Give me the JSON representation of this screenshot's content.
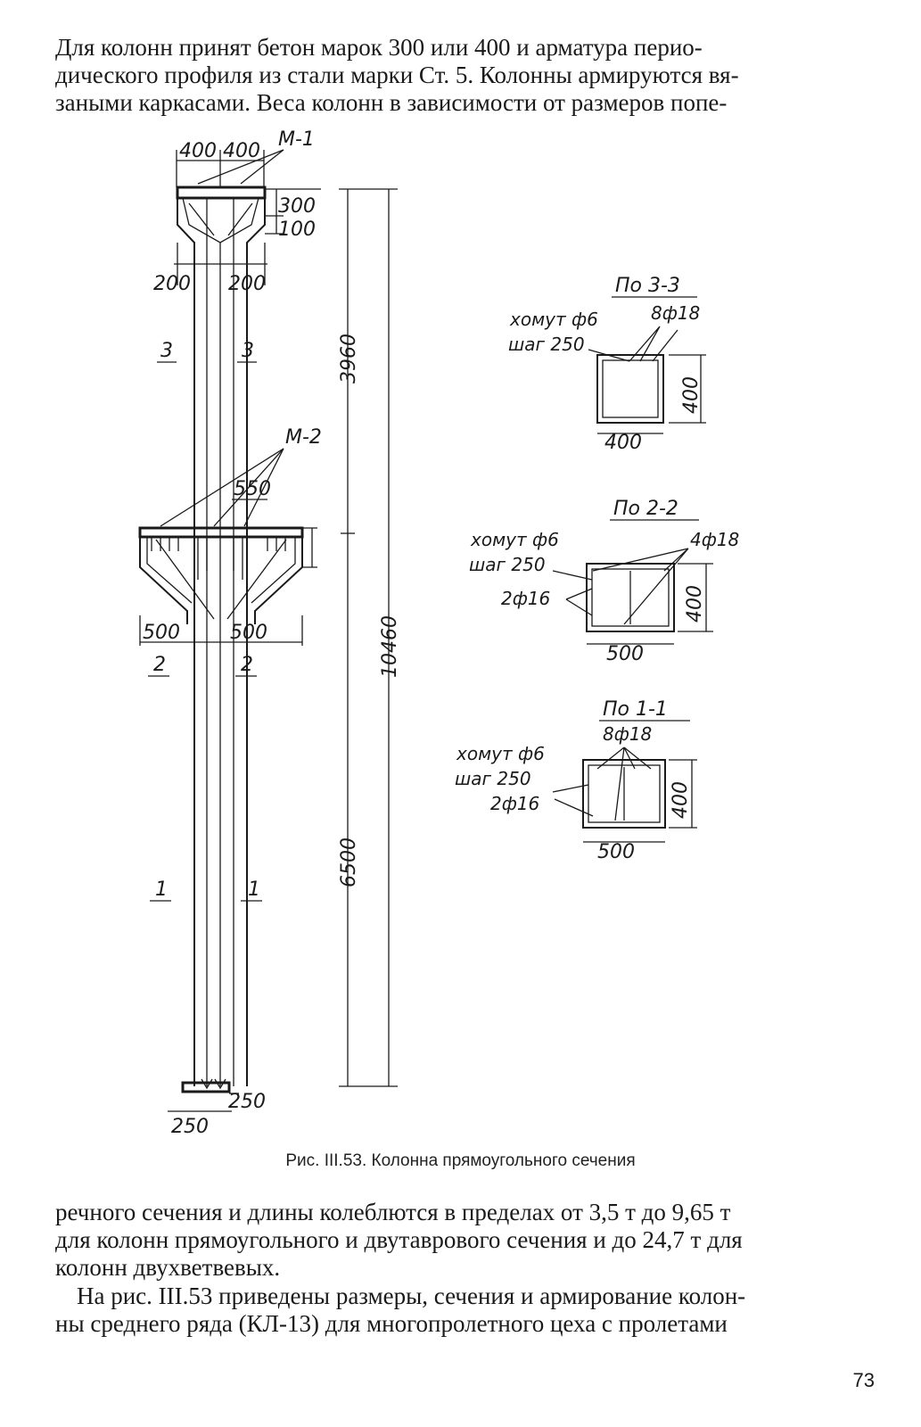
{
  "text": {
    "top_lines": [
      "Для колонн принят бетон марок 300 или 400 и арматура перио-",
      "дического профиля из стали марки Ст. 5. Колонны армируются вя-",
      "заными каркасами. Веса колонн в зависимости от размеров попе-"
    ],
    "bottom_lines": [
      "речного сечения и длины колеблются в пределах от 3,5 т до 9,65 т",
      "для колонн прямоугольного и двутаврового сечения и до 24,7 т для",
      "колонн двухветвевых."
    ],
    "bottom2_lines": [
      "На рис. III.53 приведены размеры, сечения и армирование колон-",
      "ны среднего ряда (КЛ-13) для многопролетного цеха с пролетами"
    ],
    "caption": "Рис. III.53. Колонна прямоугольного сечения",
    "page_number": "73"
  },
  "figure": {
    "top_dims": {
      "left": "400",
      "right": "400",
      "mark": "М-1"
    },
    "head_dims": {
      "a": "300",
      "b": "100"
    },
    "shoulder_dims": {
      "left": "200",
      "right": "200"
    },
    "section_marks": {
      "s3": "3",
      "s2": "2",
      "s1": "1"
    },
    "mid_mark": "М-2",
    "console_dim": "550",
    "console_sides": {
      "left": "500",
      "right": "500"
    },
    "base_dims": {
      "right": "250",
      "bottom": "250"
    },
    "vertical_dims": {
      "upper": "3960",
      "total": "10460",
      "lower": "6500"
    },
    "sec33": {
      "title": "По 3-3",
      "stirrup": "хомут ф6",
      "step": "шаг 250",
      "bars": "8ф18",
      "height": "400",
      "width": "400"
    },
    "sec22": {
      "title": "По 2-2",
      "stirrup": "хомут ф6",
      "step": "шаг 250",
      "bars": "4ф18",
      "extra": "2ф16",
      "height": "400",
      "width": "500"
    },
    "sec11": {
      "title": "По 1-1",
      "bars": "8ф18",
      "stirrup": "хомут ф6",
      "step": "шаг 250",
      "extra": "2ф16",
      "height": "400",
      "width": "500"
    }
  }
}
